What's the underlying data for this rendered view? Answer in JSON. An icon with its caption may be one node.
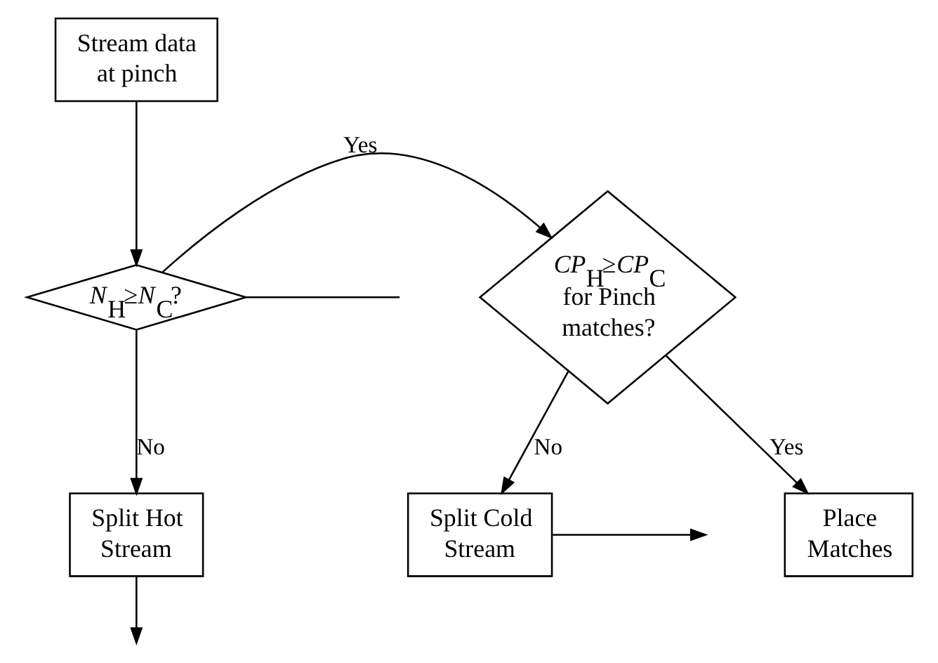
{
  "diagram": {
    "nodes": [
      {
        "text": [
          "Stream data at pinch"
        ]
      },
      {
        "text": [
          "*N*$_{H}$≥*N*$_{C}$?"
        ]
      },
      {
        "text": [
          "*CP*$_{H}$≥*CP*$_{C}$ for Pinch matches?"
        ]
      },
      {
        "text": [
          "Split Hot Stream"
        ]
      },
      {
        "text": [
          "Split Cold Stream"
        ]
      },
      {
        "text": [
          "Place Matches"
        ]
      }
    ],
    "edges": [
      {
        "from": 0,
        "to": 1,
        "arrow": "to"
      },
      {
        "from": 1,
        "to": 2,
        "arrow": "to",
        "label": "Yes"
      },
      {
        "from": 1,
        "to": 3,
        "arrow": "to",
        "label": "No"
      },
      {
        "from": 1,
        "to": null,
        "arrow": "none"
      },
      {
        "from": 3,
        "to": null,
        "arrow": "to"
      },
      {
        "from": 2,
        "to": 5,
        "arrow": "to",
        "label": "Yes"
      },
      {
        "from": 2,
        "to": 4,
        "arrow": "to",
        "label": "No"
      },
      {
        "from": 4,
        "to": null,
        "arrow": "to"
      }
    ]
  }
}
